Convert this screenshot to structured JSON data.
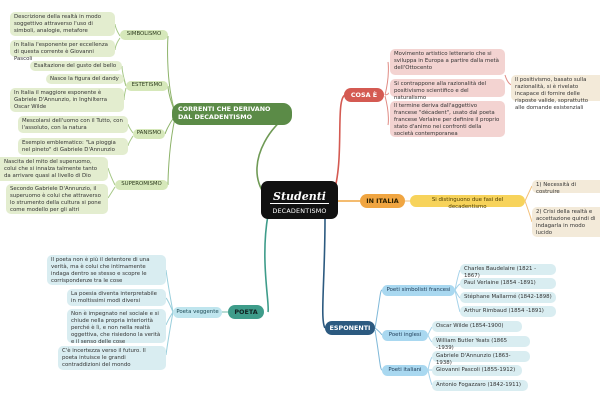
{
  "central": {
    "logo": "Studenti",
    "title": "DECADENTISMO"
  },
  "correnti": {
    "title": "CORRENTI CHE DERIVANO DAL DECADENTISMO",
    "simbolismo": {
      "label": "SIMBOLISMO",
      "items": [
        "Descrizione della realtà in modo soggettivo attraverso l'uso di simboli, analogie, metafore",
        "In Italia l'esponente per eccellenza di questa corrente è Giovanni Pascoli"
      ]
    },
    "estetismo": {
      "label": "ESTETISMO",
      "items": [
        "Esaltazione del gusto del bello",
        "Nasce la figura del dandy",
        "In Italia il maggiore esponente è Gabriele D'Annunzio, in Inghilterra Oscar Wilde"
      ]
    },
    "panismo": {
      "label": "PANISMO",
      "items": [
        "Mescolarsi dell'uomo con il Tutto, con l'assoluto, con la natura",
        "Esempio emblematico: \"La pioggia nel pineto\" di Gabriele D'Annunzio"
      ]
    },
    "superomismo": {
      "label": "SUPEROMISMO",
      "items": [
        "Nascita del mito del superuomo, colui che si innalza talmente tanto da arrivare quasi al livello di Dio",
        "Secondo Gabriele D'Annunzio, il superuomo è colui che attraverso lo strumento della cultura si pone come modello per gli altri"
      ]
    }
  },
  "poeta": {
    "label": "POETA",
    "sub": "Poeta veggente",
    "items": [
      "Il poeta non è più il detentore di una verità, ma è colui che intimamente indaga dentro se stesso e scopre le corrispondenze tra le cose",
      "La poesia diventa interpretabile in moltissimi modi diversi",
      "Non è impegnato nel sociale e si chiude nella propria interiorità perché è lì, e non nella realtà oggettiva, che risiedono la verità e il senso delle cose",
      "C'è incertezza verso il futuro. Il poeta intuisce le grandi contraddizioni del mondo"
    ]
  },
  "cosa_e": {
    "label": "COSA È",
    "items": [
      "Movimento artistico letterario che si sviluppa in Europa a partire dalla metà dell'Ottocento",
      "Si contrappone alla razionalità del positivismo scientifico e del naturalismo",
      "Il termine deriva dall'aggettivo francese \"décadent\", usato dal poeta francese Verlaine per definire il proprio stato d'animo nei confronti della società contemporanea"
    ],
    "side": "Il positivismo, basato sulla razionalità, si è rivelato incapace di fornire delle risposte valide, soprattutto alle domande esistenziali"
  },
  "in_italia": {
    "label": "IN ITALIA",
    "sub": "Si distinguono due fasi del decadentismo",
    "items": [
      "1) Necessità di costruire",
      "2) Crisi della realtà e accettazione quindi di indagarla in modo lucido"
    ]
  },
  "esponenti": {
    "label": "ESPONENTI",
    "groups": [
      {
        "label": "Poeti simbolisti francesi",
        "items": [
          "Charles Baudelaire (1821 - 1867)",
          "Paul Verlaine (1854 -1891)",
          "Stéphane Mallarmé (1842-1898)",
          "Arthur Rimbaud (1854 -1891)"
        ]
      },
      {
        "label": "Poeti inglesi",
        "items": [
          "Oscar Wilde (1854-1900)",
          "William Butler Yeats (1865 -1939)"
        ]
      },
      {
        "label": "Poeti italiani",
        "items": [
          "Gabriele D'Annunzio (1863-1938)",
          "Giovanni Pascoli (1855-1912)",
          "Antonio Fogazzaro (1842-1911)"
        ]
      }
    ]
  },
  "colors": {
    "green_branch": "#5b8b47",
    "red_branch": "#d45a52",
    "orange_branch": "#f0a541",
    "navy_branch": "#2c5a80",
    "teal_branch": "#3e9c8a"
  }
}
